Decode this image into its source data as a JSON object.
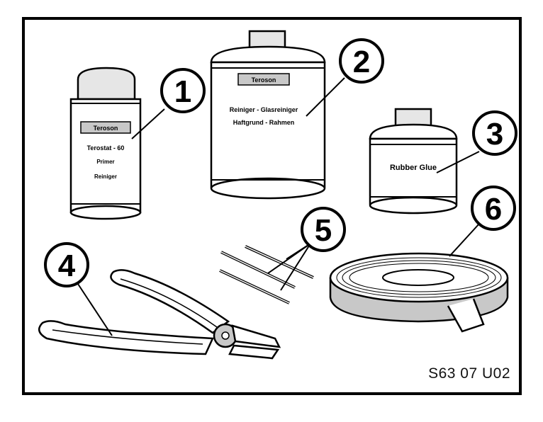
{
  "figure": {
    "reference_code": "S63 07 U02",
    "callouts": [
      "1",
      "2",
      "3",
      "4",
      "5",
      "6"
    ],
    "can_labels": {
      "spray_can_brand": "Teroson",
      "spray_can_line1": "Terostat - 60",
      "spray_can_line2": "Primer",
      "spray_can_line3": "Reiniger",
      "large_can_brand": "Teroson",
      "large_can_line1": "Reiniger - Glasreiniger",
      "large_can_line2": "Haftgrund - Rahmen",
      "small_can_line1": "Rubber Glue"
    }
  },
  "colors": {
    "ink": "#000000",
    "paper": "#ffffff",
    "shade": "#c8c8c8",
    "light_shade": "#e6e6e6"
  }
}
